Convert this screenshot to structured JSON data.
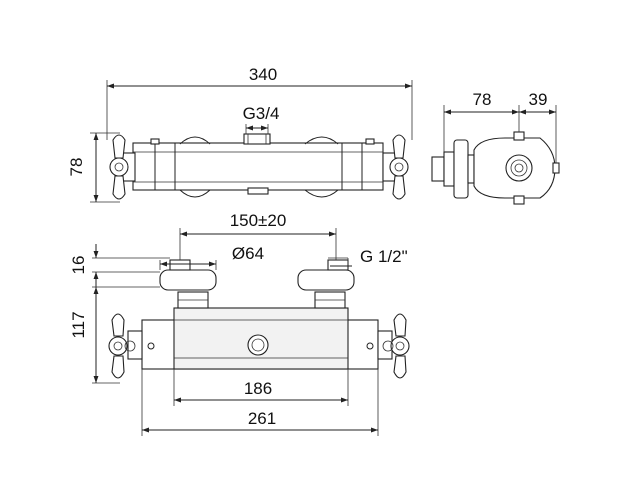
{
  "dimensions": {
    "top_width": "340",
    "top_inlet": "G3/4",
    "top_height": "78",
    "side_depth": "78",
    "side_offset": "39",
    "centers": "150±20",
    "diameter": "Ø64",
    "thread": "G 1/2\"",
    "front_top": "16",
    "front_height": "117",
    "body_width": "186",
    "overall_width": "261"
  }
}
